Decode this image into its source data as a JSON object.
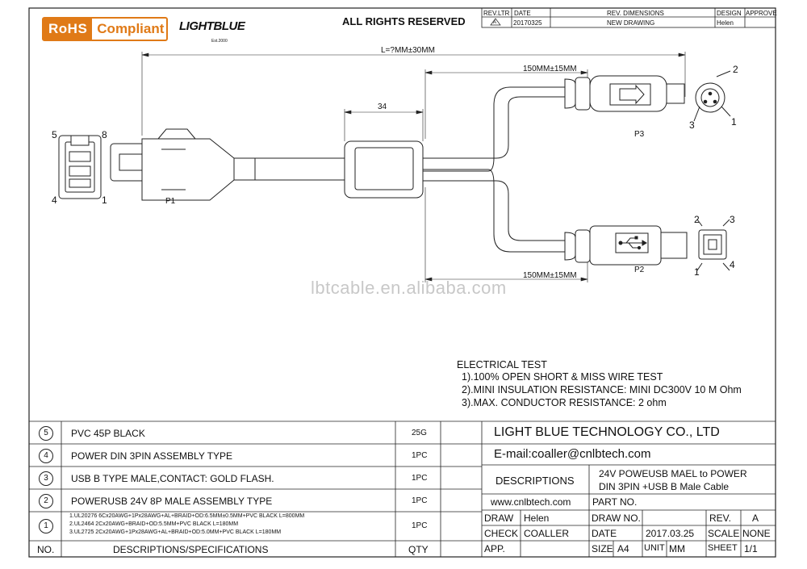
{
  "header": {
    "rohs_left": "RoHS",
    "rohs_right": "Compliant",
    "brand": "LIGHTBLUE",
    "brand_est": "Est.2000",
    "rights": "ALL RIGHTS RESERVED"
  },
  "revision": {
    "headers": [
      "REV.LTR",
      "DATE",
      "REV. DIMENSIONS",
      "DESIGN",
      "APPROVE"
    ],
    "row": {
      "ltr": "A",
      "date": "20170325",
      "desc": "NEW DRAWING",
      "design": "Helen",
      "approve": ""
    }
  },
  "dimensions": {
    "total": "L=?MM±30MM",
    "ferrite": "34",
    "top_branch": "150MM±15MM",
    "bottom_branch": "150MM±15MM"
  },
  "labels": {
    "p1": "P1",
    "p2": "P2",
    "p3": "P3",
    "p1_pins": [
      "5",
      "8",
      "4",
      "1"
    ],
    "p3_pins": [
      "2",
      "3",
      "1"
    ],
    "p2_pins": [
      "2",
      "3",
      "1",
      "4"
    ]
  },
  "watermark": "lbtcable.en.alibaba.com",
  "electrical_test": {
    "title": "ELECTRICAL TEST",
    "items": [
      "1).100% OPEN SHORT & MISS WIRE TEST",
      "2).MINI INSULATION RESISTANCE: MINI DC300V 10 M Ohm",
      "3).MAX. CONDUCTOR RESISTANCE: 2 ohm"
    ]
  },
  "bom": {
    "header": {
      "no": "NO.",
      "desc": "DESCRIPTIONS/SPECIFICATIONS",
      "qty": "QTY"
    },
    "rows": [
      {
        "no": "5",
        "desc": "PVC 45P BLACK",
        "qty": "25G"
      },
      {
        "no": "4",
        "desc": "POWER DIN 3PIN ASSEMBLY TYPE",
        "qty": "1PC"
      },
      {
        "no": "3",
        "desc": "USB B TYPE MALE,CONTACT: GOLD FLASH.",
        "qty": "1PC"
      },
      {
        "no": "2",
        "desc": "POWERUSB 24V 8P MALE ASSEMBLY TYPE",
        "qty": "1PC"
      },
      {
        "no": "1",
        "desc_lines": [
          "1.UL20276 6Cx20AWG+1Px28AWG+AL+BRAID+OD:6.5MM±0.5MM+PVC BLACK L=800MM",
          "2.UL2464 2Cx20AWG+BRAID+OD:5.5MM+PVC BLACK L=180MM",
          "3.UL2725 2Cx20AWG+1Px28AWG+AL+BRAID+OD:5.0MM+PVC BLACK L=180MM"
        ],
        "qty": "1PC"
      }
    ]
  },
  "title_block": {
    "company": "LIGHT BLUE TECHNOLOGY CO., LTD",
    "email": "E-mail:coaller@cnlbtech.com",
    "descriptions_label": "DESCRIPTIONS",
    "description": [
      "24V POWEUSB MAEL to POWER",
      "DIN 3PIN +USB B Male Cable"
    ],
    "website": "www.cnlbtech.com",
    "part_no_label": "PART NO.",
    "part_no": "",
    "draw_label": "DRAW",
    "draw": "Helen",
    "draw_no_label": "DRAW NO.",
    "draw_no": "",
    "rev_label": "REV.",
    "rev": "A",
    "check_label": "CHECK",
    "check": "COALLER",
    "date_label": "DATE",
    "date": "2017.03.25",
    "scale_label": "SCALE",
    "scale": "NONE",
    "app_label": "APP.",
    "app": "",
    "size_label": "SIZE",
    "size": "A4",
    "unit_label": "UNIT",
    "unit": "MM",
    "sheet_label": "SHEET",
    "sheet": "1/1"
  }
}
